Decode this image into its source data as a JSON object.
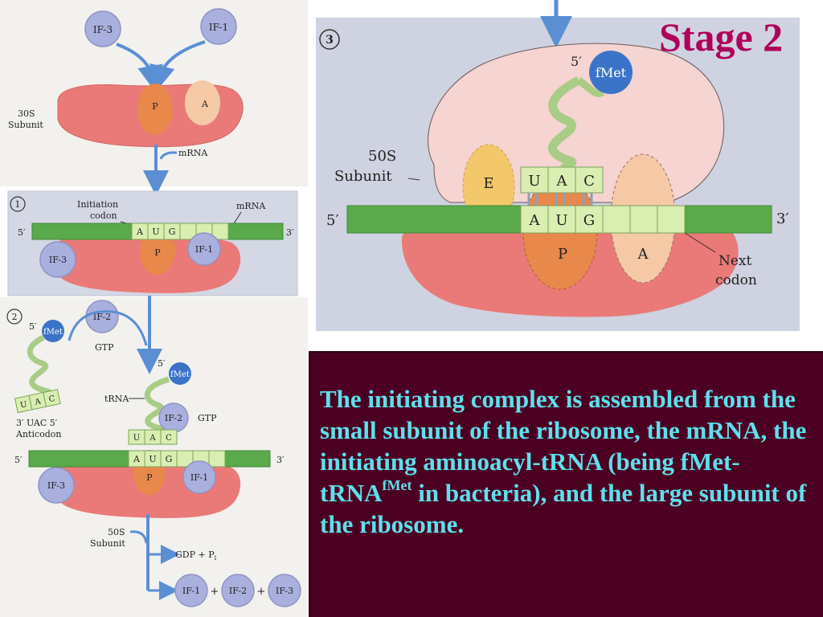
{
  "title": "Stage 2",
  "caption": {
    "part1": "The initiating complex is assembled from the small subunit of the ribosome, the mRNA, the initiating aminoacyl-tRNA (being fMet-tRNA",
    "superscript": "fMet",
    "part2": " in bacteria),  and the large subunit of the ribosome."
  },
  "left_panel": {
    "top": {
      "if3": "IF-3",
      "if1": "IF-1",
      "p_site": "P",
      "a_site": "A",
      "subunit_label": "30S\nSubunit",
      "mrna_arrow_label": "mRNA"
    },
    "step1": {
      "number": "1",
      "initiation_codon": "Initiation\ncodon",
      "mrna": "mRNA",
      "five_prime": "5′",
      "three_prime": "3′",
      "codon": [
        "A",
        "U",
        "G"
      ],
      "p_site": "P",
      "if1": "IF-1",
      "if3": "IF-3"
    },
    "step2": {
      "number": "2",
      "five_prime_trna": "5′",
      "fmet": "fMet",
      "anticodon": [
        "U",
        "A",
        "C"
      ],
      "anticodon_label": "3′ UAC 5′\nAnticodon",
      "if2": "IF-2",
      "gtp": "GTP",
      "five_prime_complex": "5′",
      "fmet_complex": "fMet",
      "trna_label": "tRNA",
      "if2_complex": "IF-2",
      "gtp_complex": "GTP",
      "anticodon_complex": [
        "U",
        "A",
        "C"
      ],
      "codon": [
        "A",
        "U",
        "G"
      ],
      "five_prime": "5′",
      "three_prime": "3′",
      "p_site": "P",
      "if1": "IF-1",
      "if3": "IF-3",
      "subunit50s": "50S\nSubunit",
      "gdp_pi": "GDP + P",
      "pi_subscript": "i",
      "release": [
        "IF-1",
        "+",
        "IF-2",
        "+",
        "IF-3"
      ]
    }
  },
  "right_panel": {
    "number": "3",
    "five_prime_trna": "5′",
    "fmet": "fMet",
    "subunit_label": "50S\nSubunit",
    "e_site": "E",
    "anticodon": [
      "U",
      "A",
      "C"
    ],
    "codon": [
      "A",
      "U",
      "G"
    ],
    "five_prime": "5′",
    "three_prime": "3′",
    "p_site": "P",
    "a_site": "A",
    "next_codon": "Next\ncodon"
  },
  "colors": {
    "caption_bg": "#4b0022",
    "caption_text": "#5ee0ec",
    "title": "#b0005a",
    "ribosome_small": "#ea7a78",
    "ribosome_large": "#f5d4d2",
    "mrna": "#5aa94a",
    "codon_box": "#d9eeb0",
    "if_factor": "#aab0de",
    "fmet": "#3b73c8",
    "p_site": "#e8884a"
  }
}
